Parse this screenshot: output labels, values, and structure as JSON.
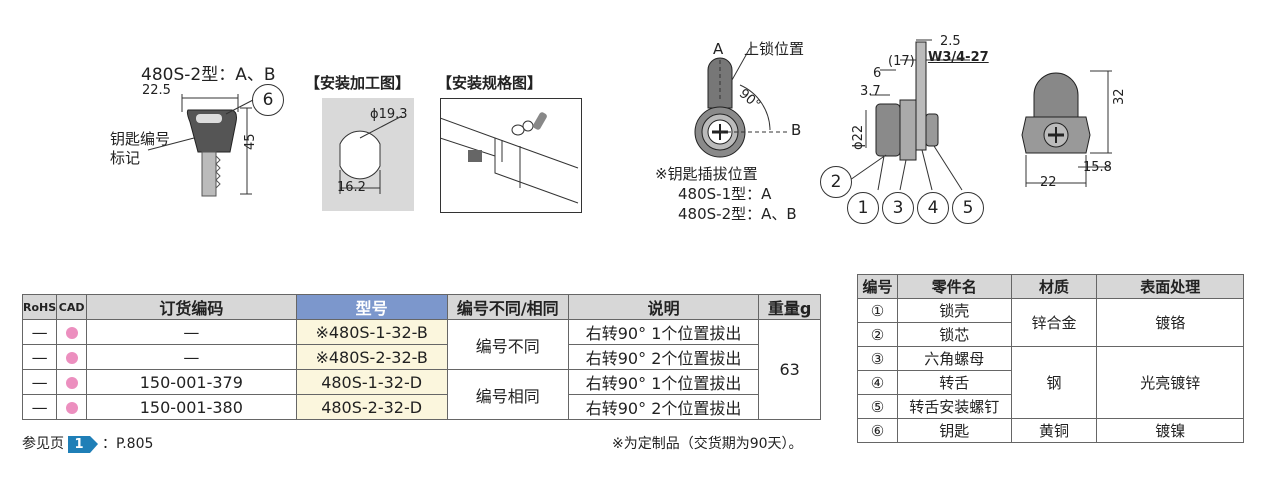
{
  "key_drawing": {
    "model_label": "480S-2型：A、B",
    "dim_width": "22.5",
    "dim_height": "45",
    "part_no": "6",
    "key_mark_label": "钥匙编号\n标记"
  },
  "install": {
    "title_machining": "【安装加工图】",
    "title_spec": "【安装规格图】",
    "dim_dia": "ϕ19.3",
    "dim_flat": "16.2"
  },
  "front_view": {
    "label_a": "A",
    "label_b": "B",
    "label_lock": "上锁位置",
    "angle": "90°",
    "note_title": "※钥匙插拔位置",
    "note_1": "480S-1型：A",
    "note_2": "480S-2型：A、B"
  },
  "side_view": {
    "dim_25": "2.5",
    "dim_17": "(17)",
    "thread": "W3/4-27",
    "dim_6": "6",
    "dim_37": "3.7",
    "dim_22": "ϕ22",
    "callouts": [
      "2",
      "1",
      "3",
      "4",
      "5"
    ]
  },
  "back_view": {
    "dim_32": "32",
    "dim_22": "22",
    "dim_158": "15.8"
  },
  "order_table": {
    "headers": [
      "RoHS",
      "CAD",
      "订货编码",
      "型号",
      "编号不同/相同",
      "说明",
      "重量g"
    ],
    "rows": [
      {
        "rohs": "—",
        "code": "—",
        "model": "※480S-1-32-B",
        "desc": "右转90° 1个位置拔出"
      },
      {
        "rohs": "—",
        "code": "—",
        "model": "※480S-2-32-B",
        "desc": "右转90° 2个位置拔出"
      },
      {
        "rohs": "—",
        "code": "150-001-379",
        "model": "480S-1-32-D",
        "desc": "右转90° 1个位置拔出"
      },
      {
        "rohs": "—",
        "code": "150-001-380",
        "model": "480S-2-32-D",
        "desc": "右转90° 2个位置拔出"
      }
    ],
    "group_diff": "编号不同",
    "group_same": "编号相同",
    "weight": "63"
  },
  "parts_table": {
    "headers": [
      "编号",
      "零件名",
      "材质",
      "表面处理"
    ],
    "rows": [
      {
        "no": "①",
        "name": "锁壳"
      },
      {
        "no": "②",
        "name": "锁芯"
      },
      {
        "no": "③",
        "name": "六角螺母"
      },
      {
        "no": "④",
        "name": "转舌"
      },
      {
        "no": "⑤",
        "name": "转舌安装螺钉"
      },
      {
        "no": "⑥",
        "name": "钥匙"
      }
    ],
    "mat_zinc": "锌合金",
    "mat_steel": "钢",
    "mat_brass": "黄铜",
    "fin_chrome": "镀铬",
    "fin_zinc": "光亮镀锌",
    "fin_nickel": "镀镍"
  },
  "footer": {
    "ref_prefix": "参见页",
    "ref_badge": "1",
    "ref_page": "：P.805",
    "note": "※为定制品（交货期为90天）。"
  }
}
